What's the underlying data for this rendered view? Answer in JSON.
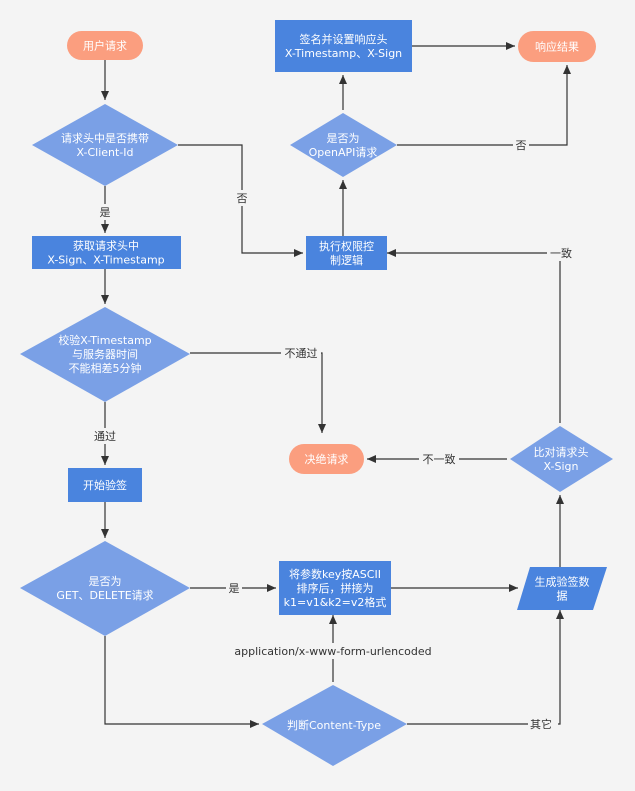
{
  "colors": {
    "background": "#f4f4f4",
    "terminal": "#fb9e7f",
    "process": "#4a84de",
    "decision": "#7aa0e6",
    "edge": "#333333"
  },
  "nodes": {
    "user_request": [
      "用户请求"
    ],
    "has_client_id": [
      "请求头中是否携带",
      "X-Client-Id"
    ],
    "get_headers": [
      "获取请求头中",
      "X-Sign、X-Timestamp"
    ],
    "check_timestamp": [
      "校验X-Timestamp",
      "与服务器时间",
      "不能相差5分钟"
    ],
    "start_verify": [
      "开始验签"
    ],
    "is_get_delete": [
      "是否为",
      "GET、DELETE请求"
    ],
    "sort_params": [
      "将参数key按ASCII",
      "排序后，拼接为",
      "k1=v1&k2=v2格式"
    ],
    "gen_sign_data": [
      "生成验签数",
      "据"
    ],
    "judge_content_type": [
      "判断Content-Type"
    ],
    "compare_sign": [
      "比对请求头",
      "X-Sign"
    ],
    "reject": [
      "决绝请求"
    ],
    "exec_permission": [
      "执行权限控",
      "制逻辑"
    ],
    "is_openapi": [
      "是否为",
      "OpenAPI请求"
    ],
    "sign_headers": [
      "签名并设置响应头",
      "X-Timestamp、X-Sign"
    ],
    "response": [
      "响应结果"
    ]
  },
  "edge_labels": {
    "yes_client": "是",
    "no_client": "否",
    "pass": "通过",
    "fail": "不通过",
    "yes_get": "是",
    "form_urlencoded": "application/x-www-form-urlencoded",
    "other": "其它",
    "mismatch": "不一致",
    "match": "一致",
    "no_openapi": "否"
  }
}
